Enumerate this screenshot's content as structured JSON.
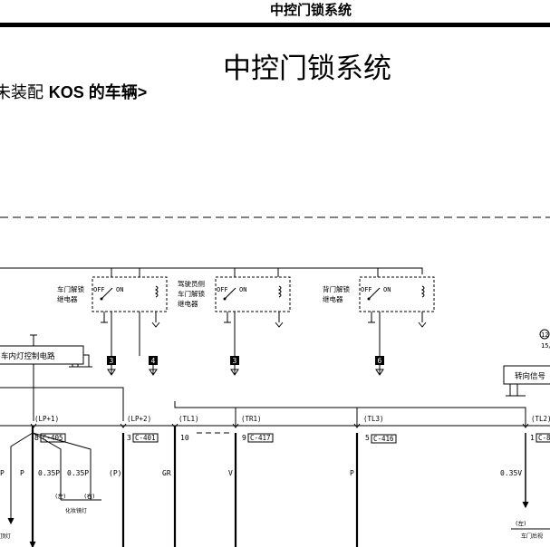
{
  "header": {
    "title": "中控门锁系统"
  },
  "page_title": "中控门锁系统",
  "subtitle": {
    "prefix": "未装配 ",
    "bold": "KOS",
    "suffix": " 的车辆>"
  },
  "relays": {
    "door_unlock": {
      "line1": "车门解锁",
      "line2": "继电器"
    },
    "driver_door_unlock": {
      "line1": "驾驶员侧",
      "line2": "车门解锁",
      "line3": "继电器"
    },
    "back_door_unlock": {
      "line1": "背门解锁",
      "line2": "继电器"
    },
    "off": "OFF",
    "on": "ON"
  },
  "connector_pins": {
    "door_unlock_left": "3",
    "door_unlock_right": "4",
    "driver_door": "3",
    "back_door": "6"
  },
  "left_box": "车内灯控制电路",
  "right_box": "转向信号",
  "ref_marker": {
    "number": "12",
    "sub": "15/"
  },
  "buses": {
    "lp1": "(LP+1)",
    "lp2": "(LP+2)",
    "tl1": "(TL1)",
    "tr1": "(TR1)",
    "tl3": "(TL3)",
    "tl2": "(TL2)"
  },
  "pins": {
    "lp1_pin": "8",
    "lp1_conn": "C-405",
    "lp2_pin": "3",
    "lp2_conn": "C-401",
    "tl1_pin": "10",
    "tr1_pin": "9",
    "tr1_conn": "C-417",
    "tl3_pin": "5",
    "tl3_conn": "C-416",
    "tl2_pin": "1",
    "tl2_conn": "C-8"
  },
  "wires": {
    "p1": "P",
    "p2": "P",
    "p035a": "0.35P",
    "p035b": "0.35P",
    "p_paren": "(P)",
    "gr": "GR",
    "v": "V",
    "p3": "P",
    "v035": "0.35V"
  },
  "labels": {
    "left_paren": "(左)",
    "right_paren": "(右)",
    "vanity_lamp": "化妆镜灯",
    "left_lamp": "顶灯",
    "right_left_paren": "(左)",
    "rear_door": "车门后视"
  }
}
